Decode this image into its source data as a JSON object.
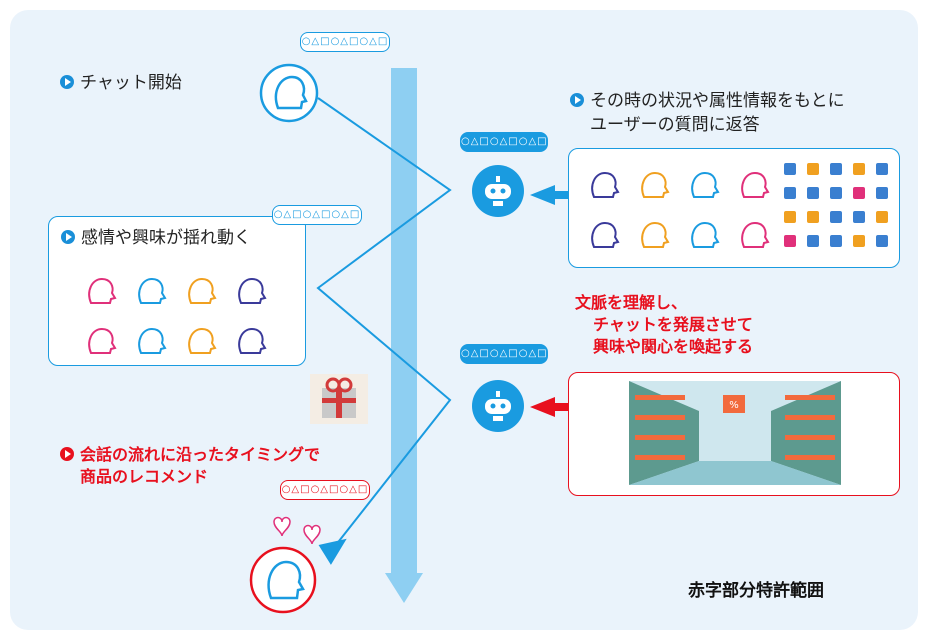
{
  "chat_start": "チャット開始",
  "reply_info": [
    "その時の状況や属性情報をもとに",
    "ユーザーの質問に返答"
  ],
  "emotion": "感情や興味が揺れ動く",
  "context_lines": [
    "文脈を理解し、",
    "チャットを発展させて",
    "興味や関心を喚起する"
  ],
  "recommend_lines": [
    "会話の流れに沿ったタイミングで",
    "商品のレコメンド"
  ],
  "patent_note": "赤字部分特許範囲",
  "bubble_text": "○△□○△□○△□",
  "colors": {
    "blue": "#1a9be0",
    "red": "#e8101e",
    "panel": "#eaf3fb"
  },
  "icons": [
    "user-head-icon",
    "chatbot-icon",
    "gift-image",
    "store-shelf-image"
  ]
}
